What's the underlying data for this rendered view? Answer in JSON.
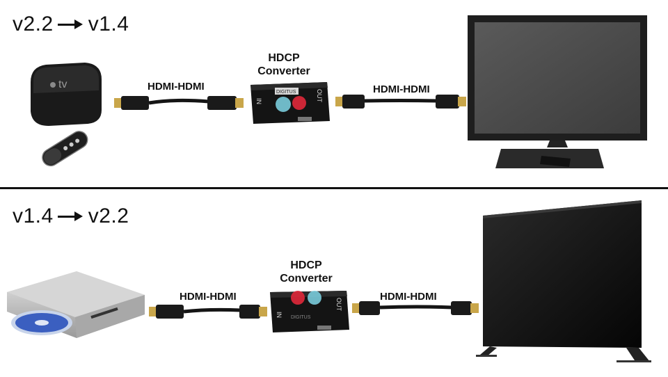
{
  "top": {
    "heading": {
      "from": "v2.2",
      "to": "v1.4"
    },
    "cable_left_label": "HDMI-HDMI",
    "cable_right_label": "HDMI-HDMI",
    "converter_title": [
      "HDCP",
      "Converter"
    ],
    "converter_port_in": "IN",
    "converter_port_out": "OUT",
    "converter_brand": "DIGITUS",
    "source_device_logo": "tv",
    "leds": [
      "#7fd6e6",
      "#e0283a"
    ]
  },
  "bottom": {
    "heading": {
      "from": "v1.4",
      "to": "v2.2"
    },
    "cable_left_label": "HDMI-HDMI",
    "cable_right_label": "HDMI-HDMI",
    "converter_title": [
      "HDCP",
      "Converter"
    ],
    "converter_port_in": "IN",
    "converter_port_out": "OUT",
    "converter_brand": "DIGITUS",
    "leds": [
      "#e0283a",
      "#7fd6e6"
    ]
  }
}
